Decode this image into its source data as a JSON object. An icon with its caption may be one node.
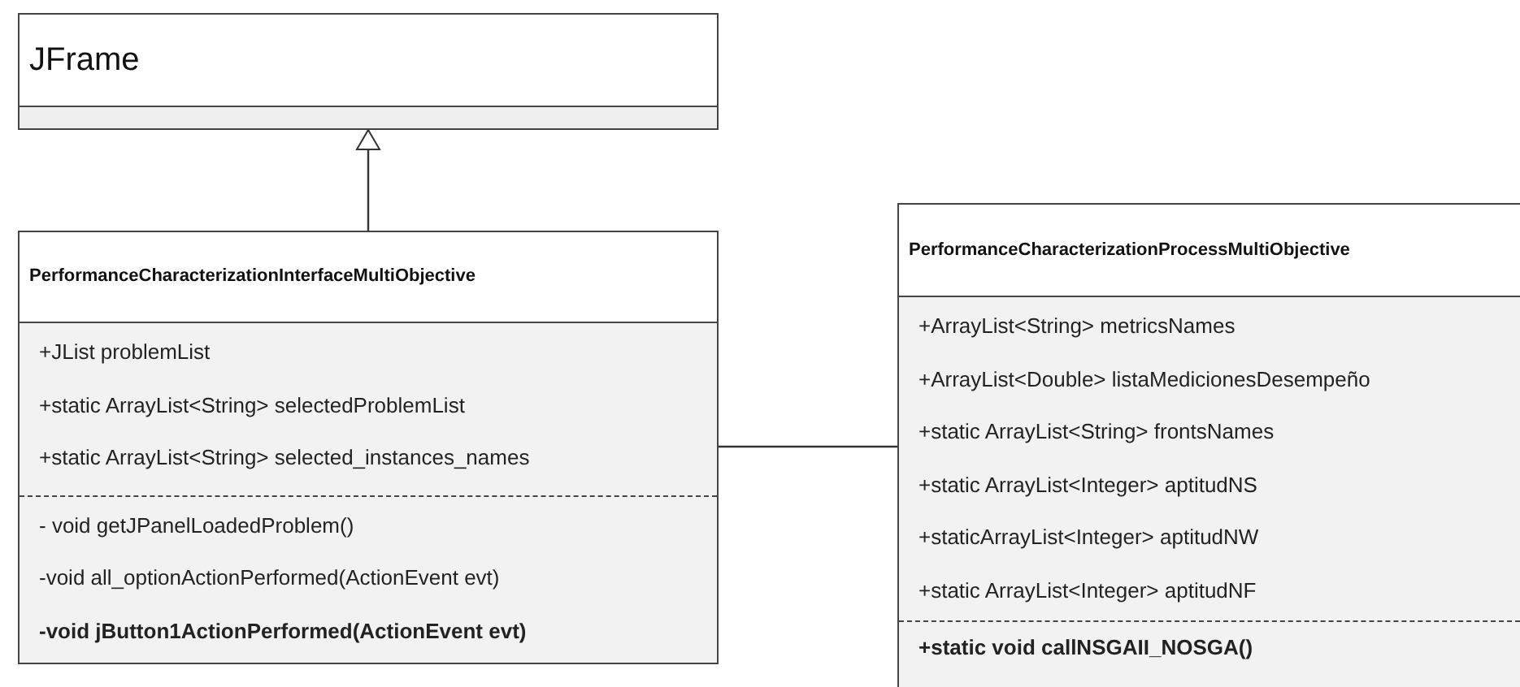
{
  "diagram": {
    "nodes": [
      {
        "text": [
          "JFrame"
        ]
      },
      {
        "text": [
          "PerformanceCharacterizationInterfaceMultiObjective"
        ]
      },
      {
        "text": [
          "+JList problemList",
          "+static ArrayList<String> selectedProblemList",
          "+static ArrayList<String> selected_instances_names"
        ],
        "in": 1
      },
      {
        "text": [
          "- void getJPanelLoadedProblem()",
          "-void all_optionActionPerformed(ActionEvent evt)",
          "-void jButton1ActionPerformed(ActionEvent evt)"
        ],
        "in": 1
      },
      {
        "text": [
          "PerformanceCharacterizationProcessMultiObjective"
        ]
      },
      {
        "text": [
          "+ArrayList<String> metricsNames",
          "+ArrayList<Double> listaMedicionesDesempeño",
          "+static ArrayList<String> frontsNames",
          "+static ArrayList<Integer> aptitudNS",
          "+staticArrayList<Integer> aptitudNW",
          "+static ArrayList<Integer> aptitudNF"
        ],
        "in": 4
      },
      {
        "text": [
          "+static void callNSGAII_NOSGA()"
        ],
        "in": 4
      }
    ],
    "edges": [
      {
        "from": 1,
        "to": 0,
        "arrow": "to"
      },
      {
        "from": 1,
        "to": 4,
        "arrow": "none"
      }
    ]
  }
}
